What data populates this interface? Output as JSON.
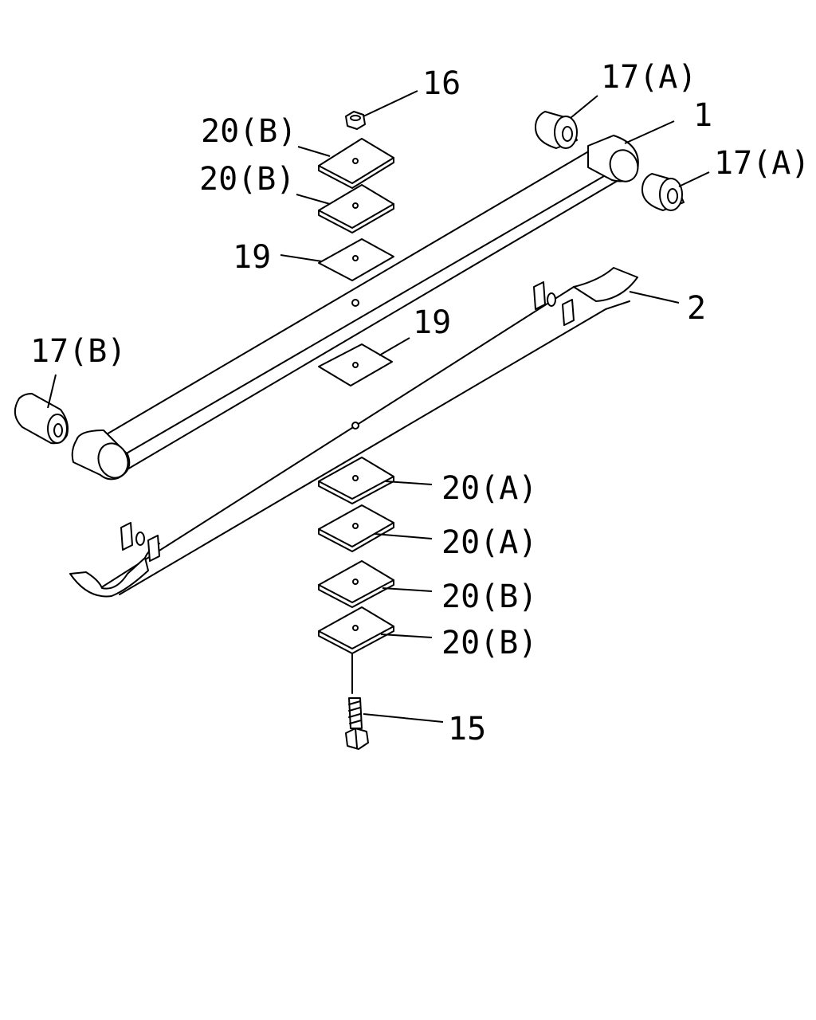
{
  "diagram": {
    "background": "#ffffff",
    "ink": "#000000",
    "callouts": {
      "c16": "16",
      "c17a_top": "17(A)",
      "c1": "1",
      "c17a_right": "17(A)",
      "c20b_1": "20(B)",
      "c20b_2": "20(B)",
      "c19_top": "19",
      "c2": "2",
      "c19_mid": "19",
      "c17b": "17(B)",
      "c20a_1": "20(A)",
      "c20a_2": "20(A)",
      "c20b_3": "20(B)",
      "c20b_4": "20(B)",
      "c15": "15"
    }
  }
}
